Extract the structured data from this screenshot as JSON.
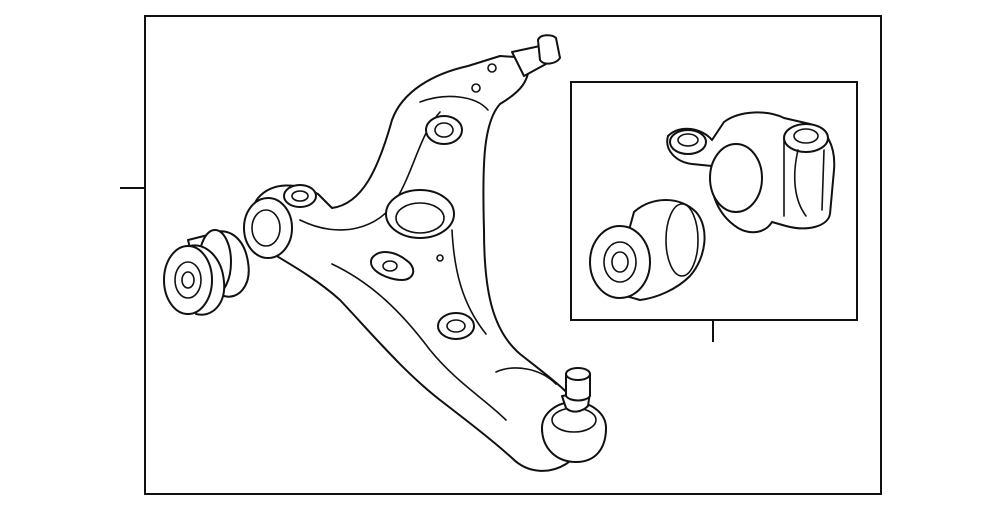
{
  "diagram": {
    "line_color": "#111111",
    "background": "#ffffff",
    "parts": [
      {
        "id": "lower-control-arm",
        "icon": "control-arm-drawing"
      },
      {
        "id": "front-bushing",
        "icon": "bushing-drawing"
      },
      {
        "id": "ball-joint",
        "icon": "ball-joint-drawing"
      },
      {
        "id": "rear-bushing",
        "icon": "bushing-drawing"
      },
      {
        "id": "bushing-bracket",
        "icon": "bracket-drawing"
      }
    ]
  }
}
